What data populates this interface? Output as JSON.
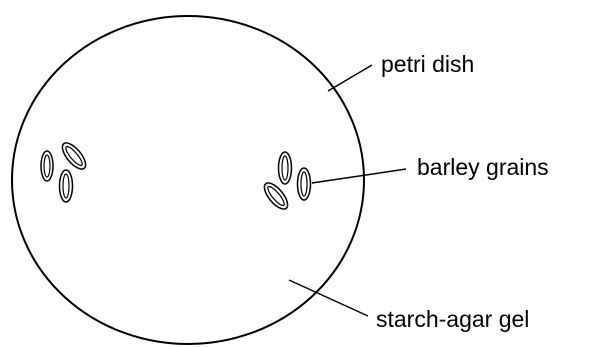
{
  "labels": {
    "petri_dish": "petri dish",
    "barley_grains": "barley grains",
    "starch_agar_gel": "starch-agar gel"
  },
  "colors": {
    "stroke": "#000000",
    "background": "#ffffff"
  }
}
